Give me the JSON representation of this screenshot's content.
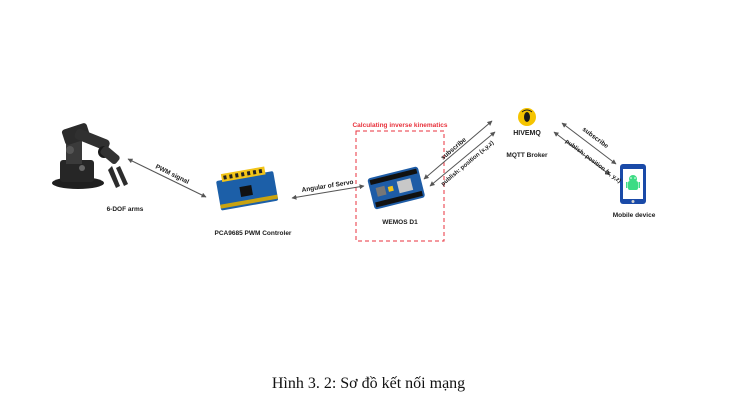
{
  "nodes": {
    "arm": {
      "label": "6-DOF arms",
      "icon": "robot-arm-icon"
    },
    "pwm": {
      "label": "PCA9685 PWM Controler",
      "icon": "pwm-board-icon"
    },
    "wemos": {
      "label": "WEMOS D1",
      "icon": "wemos-board-icon"
    },
    "broker": {
      "label": "MQTT Broker",
      "icon": "hivemq-logo-icon",
      "logo_text": "HIVEMQ"
    },
    "mobile": {
      "label": "Mobile device",
      "icon": "android-phone-icon"
    }
  },
  "edges": {
    "arm_pwm": "PWM signal",
    "pwm_wemos": "Angular of Servo",
    "wemos_broker_sub": "subscribe",
    "wemos_broker_pub": "publish: position (x,y,z)",
    "broker_mobile_sub": "subscribe",
    "broker_mobile_pub": "publish: position (x, y,z)"
  },
  "wemos_box": {
    "title": "Calculating inverse kinematics",
    "border_color": "#e8323c"
  },
  "caption": "Hình 3. 2: Sơ đồ kết nối mạng",
  "colors": {
    "arrow": "#555555",
    "board_blue": "#1c5fa8",
    "connector_yellow": "#f2c418",
    "hivemq_yellow": "#f5c400",
    "phone_blue": "#1a4aa8",
    "android_green": "#3ddc84"
  }
}
